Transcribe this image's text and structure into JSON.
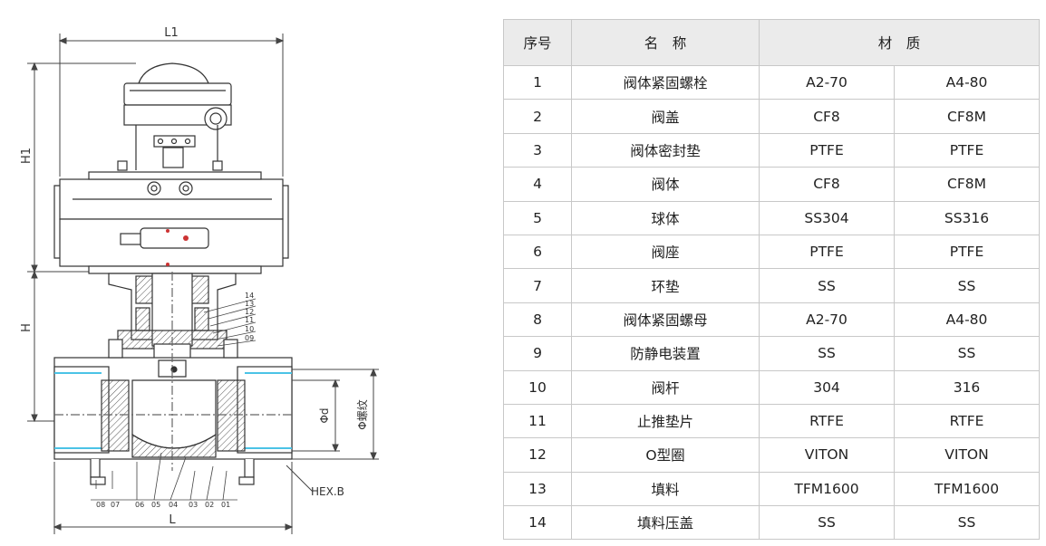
{
  "drawing": {
    "dim_L1": "L1",
    "dim_H1": "H1",
    "dim_H": "H",
    "dim_L": "L",
    "dim_phi_d": "Φd",
    "dim_thread": "Φ螺纹",
    "label_hex": "HEX.B",
    "callouts_right": [
      "14",
      "13",
      "12",
      "11",
      "10",
      "09"
    ],
    "callouts_bottom": [
      "08",
      "07",
      "06",
      "05",
      "04",
      "03",
      "02",
      "01"
    ]
  },
  "table": {
    "headers": {
      "no": "序号",
      "name": "名　称",
      "material": "材　质"
    },
    "rows": [
      {
        "no": "1",
        "name": "阀体紧固螺栓",
        "m1": "A2-70",
        "m2": "A4-80"
      },
      {
        "no": "2",
        "name": "阀盖",
        "m1": "CF8",
        "m2": "CF8M"
      },
      {
        "no": "3",
        "name": "阀体密封垫",
        "m1": "PTFE",
        "m2": "PTFE"
      },
      {
        "no": "4",
        "name": "阀体",
        "m1": "CF8",
        "m2": "CF8M"
      },
      {
        "no": "5",
        "name": "球体",
        "m1": "SS304",
        "m2": "SS316"
      },
      {
        "no": "6",
        "name": "阀座",
        "m1": "PTFE",
        "m2": "PTFE"
      },
      {
        "no": "7",
        "name": "环垫",
        "m1": "SS",
        "m2": "SS"
      },
      {
        "no": "8",
        "name": "阀体紧固螺母",
        "m1": "A2-70",
        "m2": "A4-80"
      },
      {
        "no": "9",
        "name": "防静电装置",
        "m1": "SS",
        "m2": "SS"
      },
      {
        "no": "10",
        "name": "阀杆",
        "m1": "304",
        "m2": "316"
      },
      {
        "no": "11",
        "name": "止推垫片",
        "m1": "RTFE",
        "m2": "RTFE"
      },
      {
        "no": "12",
        "name": "O型圈",
        "m1": "VITON",
        "m2": "VITON"
      },
      {
        "no": "13",
        "name": "填料",
        "m1": "TFM1600",
        "m2": "TFM1600"
      },
      {
        "no": "14",
        "name": "填料压盖",
        "m1": "SS",
        "m2": "SS"
      }
    ]
  }
}
